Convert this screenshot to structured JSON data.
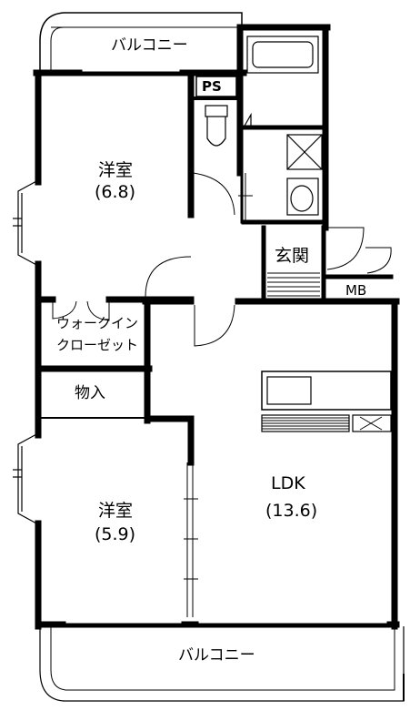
{
  "plan": {
    "balcony_top": "バルコニー",
    "balcony_bottom": "バルコニー",
    "ps": "PS",
    "mb": "MB",
    "genkan": "玄関",
    "bedroom1_name": "洋室",
    "bedroom1_size": "(6.8)",
    "bedroom2_name": "洋室",
    "bedroom2_size": "(5.9)",
    "walkin_line1": "ウォークイン",
    "walkin_line2": "クローゼット",
    "storage": "物入",
    "ldk_name": "LDK",
    "ldk_size": "(13.6)"
  },
  "colors": {
    "wall": "#000000",
    "background": "#ffffff"
  }
}
